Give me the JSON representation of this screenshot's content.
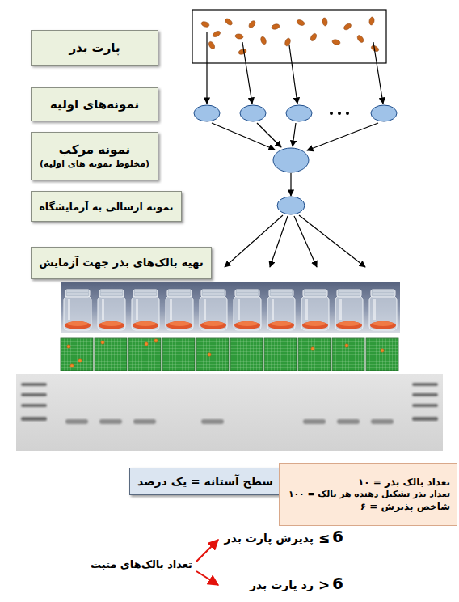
{
  "diagram": {
    "nodes": [
      {
        "text": [
          "پارت بذر"
        ]
      },
      {
        "text": [
          "نمونه‌های اولیه"
        ]
      },
      {
        "text": [
          "نمونه مرکب",
          "(مخلوط نمونه های اولیه)"
        ]
      },
      {
        "text": [
          "نمونه ارسالی به آزمایشگاه"
        ]
      },
      {
        "text": [
          "تهیه بالک‌های بذر جهت آزمایش"
        ]
      },
      {
        "text": [
          "سطح آستانه = یک درصد"
        ]
      },
      {
        "text": [
          "تعداد بالک بذر = ۱۰",
          "تعداد بذر تشکیل دهنده هر بالک = ۱۰۰",
          "شاخص پذیرش = ۶"
        ]
      }
    ],
    "labels": [
      "تعداد بالک‌های مثبت",
      "پذیرش پارت بذر",
      "≤",
      "6",
      "رد پارت بذر",
      ">",
      "6"
    ]
  }
}
